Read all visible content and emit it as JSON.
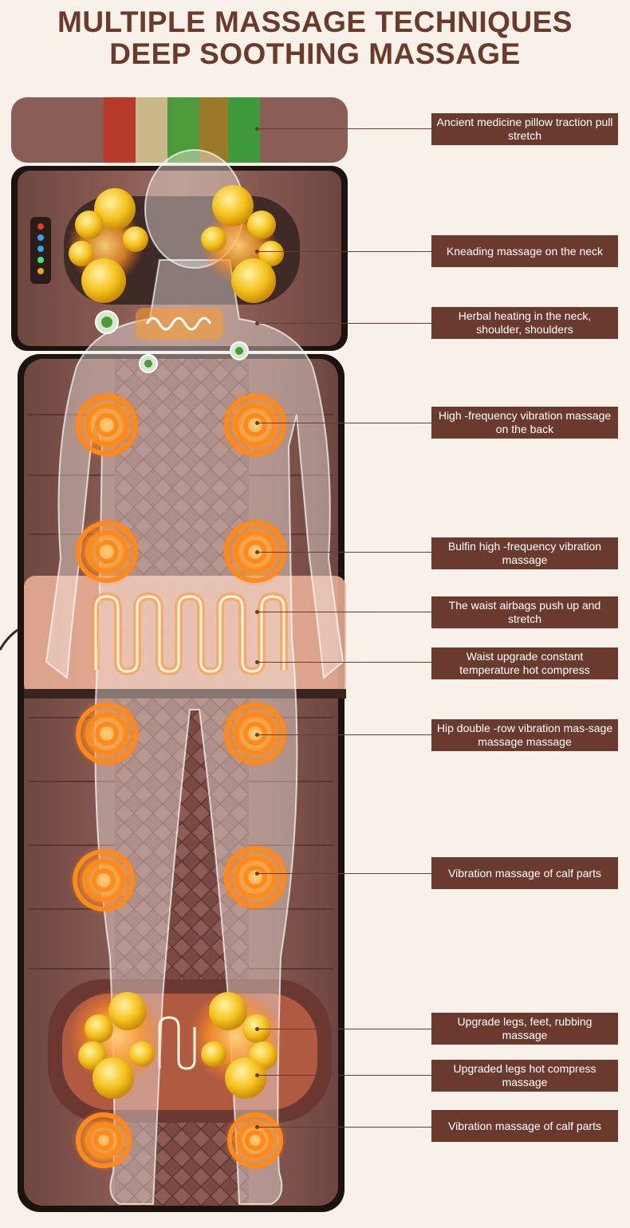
{
  "header": {
    "line1": "MULTIPLE MASSAGE TECHNIQUES",
    "line2": "DEEP SOOTHING MASSAGE"
  },
  "callouts": [
    {
      "text": "Ancient medicine pillow traction pull stretch"
    },
    {
      "text": "Kneading massage on the neck"
    },
    {
      "text": "Herbal heating in the neck, shoulder, shoulders"
    },
    {
      "text": "High -frequency vibration massage on the back"
    },
    {
      "text": "Bulfin high -frequency vibration massage"
    },
    {
      "text": "The waist airbags push up and stretch"
    },
    {
      "text": "Waist upgrade constant temperature hot compress"
    },
    {
      "text": "Hip double -row vibration mas-sage massage massage"
    },
    {
      "text": "Vibration massage of calf parts"
    },
    {
      "text": "Upgrade legs, feet, rubbing massage"
    },
    {
      "text": "Upgraded legs hot compress massage"
    },
    {
      "text": "Vibration massage of calf parts"
    }
  ],
  "colors": {
    "background": "#f7f1ea",
    "title": "#6a3a2a",
    "label_bg": "#6a3a2e",
    "mat": "#8a5a52",
    "heat": "#ff9a2a"
  },
  "icons": [
    "herb-pillow-icon",
    "remote-control-icon",
    "kneading-ball-icon",
    "vibration-ring-icon",
    "heating-coil-icon",
    "human-body-icon"
  ]
}
